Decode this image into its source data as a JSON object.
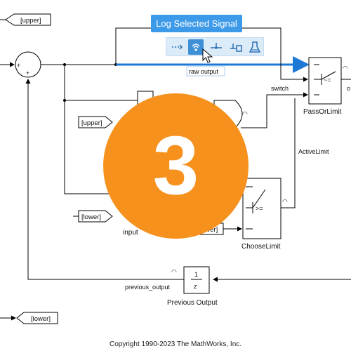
{
  "tooltip": {
    "label": "Log Selected Signal"
  },
  "toolbar": {
    "buttons": [
      {
        "icon": "signal-line-icon"
      },
      {
        "icon": "log-signal-icon",
        "active": true
      },
      {
        "icon": "branch-signal-icon"
      },
      {
        "icon": "connect-signal-icon"
      },
      {
        "icon": "test-point-icon"
      }
    ]
  },
  "tags": {
    "upper_top": "[upper]",
    "upper_mid": "[upper]",
    "lower_mid": "[lower]",
    "lower_mid2": "ower]",
    "lower_bottom": "[lower]"
  },
  "signals": {
    "raw_output": "raw output",
    "switch": "switch",
    "active_limit": "ActiveLimit",
    "previous_output": "previous_output",
    "output_partial": "o"
  },
  "blocks": {
    "pass_or_limit": {
      "name": "PassOrLimit",
      "op": "~="
    },
    "choose_limit": {
      "name": "ChooseLimit",
      "op": ">="
    },
    "previous_output": {
      "name": "Previous Output",
      "num": "1",
      "den": "z"
    },
    "input_partial": "input",
    "sum_plus_left": "+",
    "sum_plus_bottom": "+"
  },
  "badge": {
    "value": "3"
  },
  "footer": {
    "copyright": "Copyright 1990-2023 The MathWorks, Inc."
  },
  "colors": {
    "accent": "#3d9ae8",
    "badge": "#f6911e",
    "selected_line": "#1e78d6"
  }
}
